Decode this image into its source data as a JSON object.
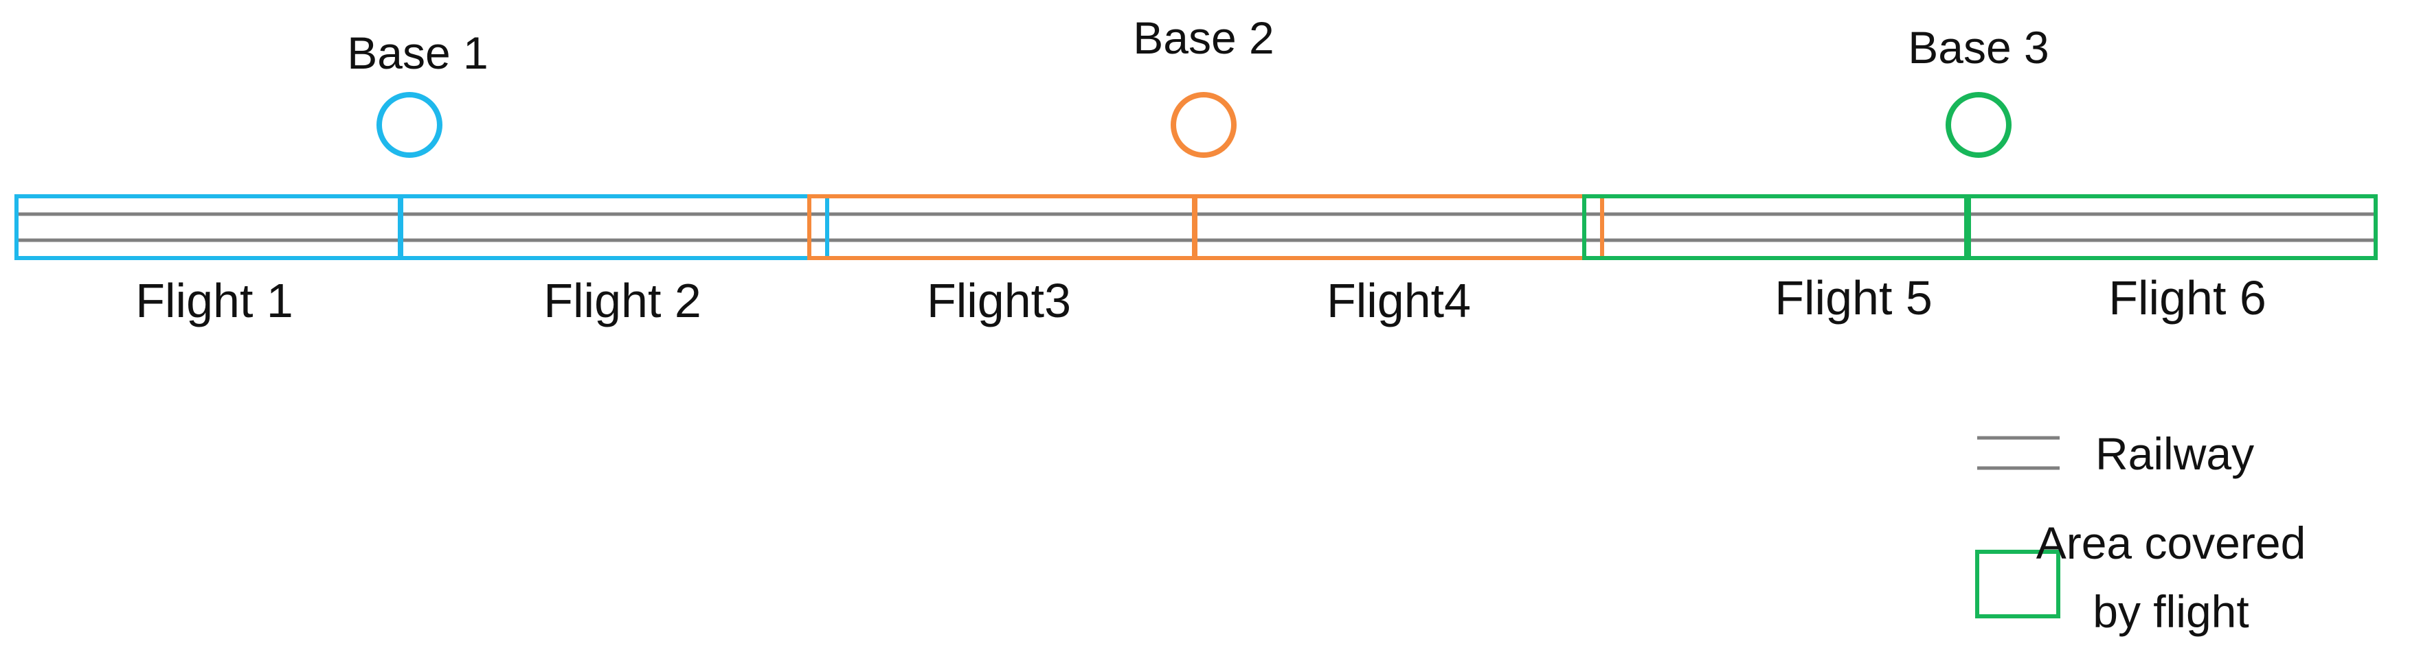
{
  "colors": {
    "base1": "#1fb8ec",
    "base2": "#f58a3c",
    "base3": "#17b659",
    "railway": "#7f7f7f",
    "text": "#111111"
  },
  "bases": [
    {
      "label": "Base 1",
      "color": "#1fb8ec"
    },
    {
      "label": "Base 2",
      "color": "#f58a3c"
    },
    {
      "label": "Base 3",
      "color": "#17b659"
    }
  ],
  "flights": [
    {
      "label": "Flight 1",
      "base": 1
    },
    {
      "label": "Flight 2",
      "base": 1
    },
    {
      "label": "Flight3",
      "base": 2
    },
    {
      "label": "Flight4",
      "base": 2
    },
    {
      "label": "Flight 5",
      "base": 3
    },
    {
      "label": "Flight 6",
      "base": 3
    }
  ],
  "legend": {
    "railway": "Railway",
    "area_line1": "Area covered",
    "area_line2": "by flight"
  }
}
